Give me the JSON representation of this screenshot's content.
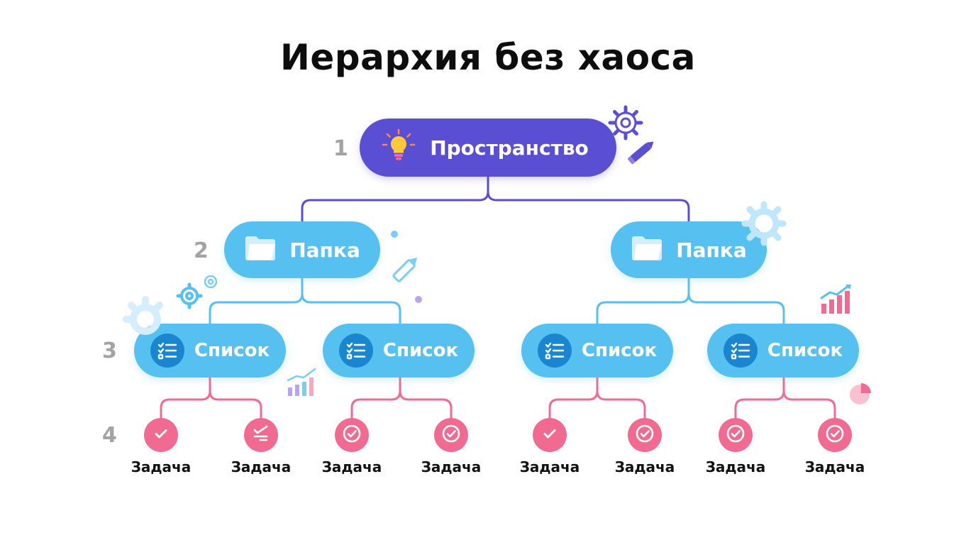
{
  "title": "Иерархия без хаоса",
  "levels": [
    "1",
    "2",
    "3",
    "4"
  ],
  "space": {
    "label": "Пространство",
    "icon": "lightbulb-icon"
  },
  "folders": [
    {
      "label": "Папка",
      "icon": "folder-icon"
    },
    {
      "label": "Папка",
      "icon": "folder-icon"
    }
  ],
  "lists": [
    {
      "label": "Список",
      "icon": "checklist-icon"
    },
    {
      "label": "Список",
      "icon": "checklist-icon"
    },
    {
      "label": "Список",
      "icon": "checklist-icon"
    },
    {
      "label": "Список",
      "icon": "checklist-icon"
    }
  ],
  "tasks": [
    {
      "label": "Задача",
      "icon": "check-icon"
    },
    {
      "label": "Задача",
      "icon": "checklist-done-icon"
    },
    {
      "label": "Задача",
      "icon": "check-circle-icon"
    },
    {
      "label": "Задача",
      "icon": "check-circle-icon"
    },
    {
      "label": "Задача",
      "icon": "check-icon"
    },
    {
      "label": "Задача",
      "icon": "check-circle-icon"
    },
    {
      "label": "Задача",
      "icon": "check-circle-icon"
    },
    {
      "label": "Задача",
      "icon": "check-circle-icon"
    }
  ],
  "colors": {
    "space": "#5a4fd3",
    "folder_list": "#56c0f0",
    "list_badge": "#1a86cf",
    "task": "#f06a91",
    "connector_space": "#5a4fd3",
    "connector_folder": "#56c0f0",
    "connector_task": "#f06a91",
    "level_number": "#a3a3a3"
  }
}
